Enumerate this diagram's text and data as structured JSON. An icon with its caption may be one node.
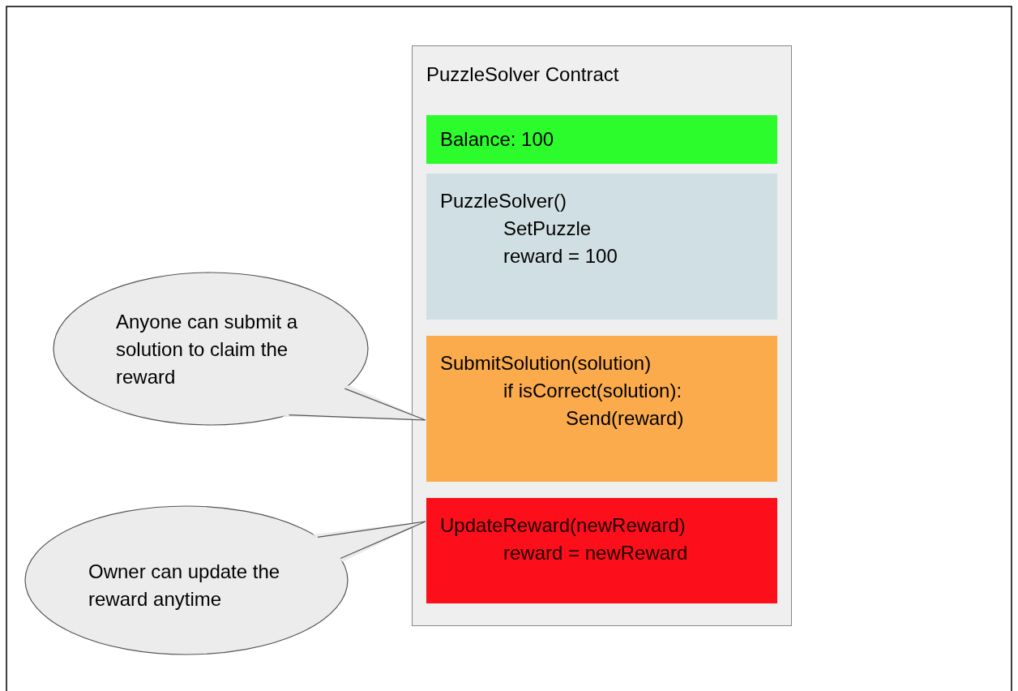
{
  "diagram": {
    "nodes": [
      {
        "text": [
          "PuzzleSolver Contract"
        ]
      },
      {
        "text": [
          "Balance: 100"
        ],
        "in": 0
      },
      {
        "text": [
          "PuzzleSolver()",
          "SetPuzzle",
          "reward = 100"
        ],
        "in": 0
      },
      {
        "text": [
          "SubmitSolution(solution)",
          "if isCorrect(solution):",
          "Send(reward)"
        ],
        "in": 0
      },
      {
        "text": [
          "UpdateReward(newReward)",
          "reward = newReward"
        ],
        "in": 0
      },
      {
        "text": [
          "Anyone can submit a solution to claim the reward"
        ]
      },
      {
        "text": [
          "Owner can update the reward anytime"
        ]
      }
    ],
    "edges": [
      {
        "from": 5,
        "to": 3,
        "arrow": "none"
      },
      {
        "from": 6,
        "to": 4,
        "arrow": "none"
      }
    ]
  }
}
